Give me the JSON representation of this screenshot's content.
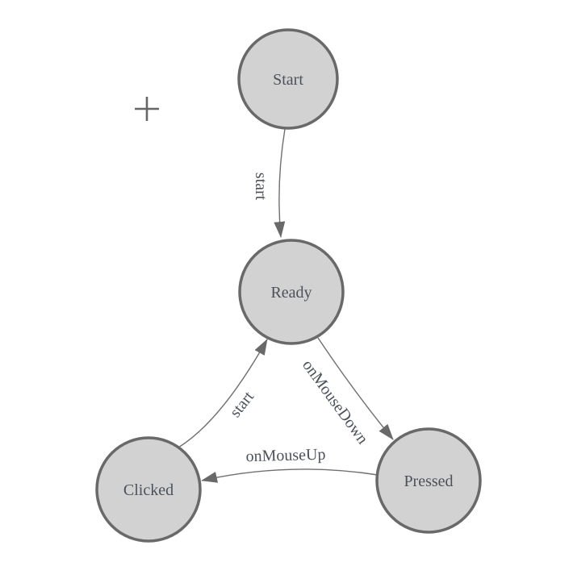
{
  "diagram": {
    "type": "finite-state-machine",
    "nodes": [
      {
        "id": "start",
        "label": "Start"
      },
      {
        "id": "ready",
        "label": "Ready"
      },
      {
        "id": "clicked",
        "label": "Clicked"
      },
      {
        "id": "pressed",
        "label": "Pressed"
      }
    ],
    "edges": [
      {
        "id": "start-to-ready",
        "from": "Start",
        "to": "Ready",
        "label": "start"
      },
      {
        "id": "ready-to-pressed",
        "from": "Ready",
        "to": "Pressed",
        "label": "onMouseDown"
      },
      {
        "id": "pressed-to-clicked",
        "from": "Pressed",
        "to": "Clicked",
        "label": "onMouseUp"
      },
      {
        "id": "clicked-to-ready",
        "from": "Clicked",
        "to": "Ready",
        "label": "start"
      }
    ],
    "icons": [
      {
        "id": "plus",
        "name": "plus-icon"
      }
    ]
  },
  "colors": {
    "background": "#ffffff",
    "node_fill": "#d2d2d2",
    "node_stroke": "#696969",
    "edge_stroke": "#6f6f6f",
    "arrow_fill": "#696969",
    "label_text": "#4c525b",
    "plus": "#666666"
  }
}
